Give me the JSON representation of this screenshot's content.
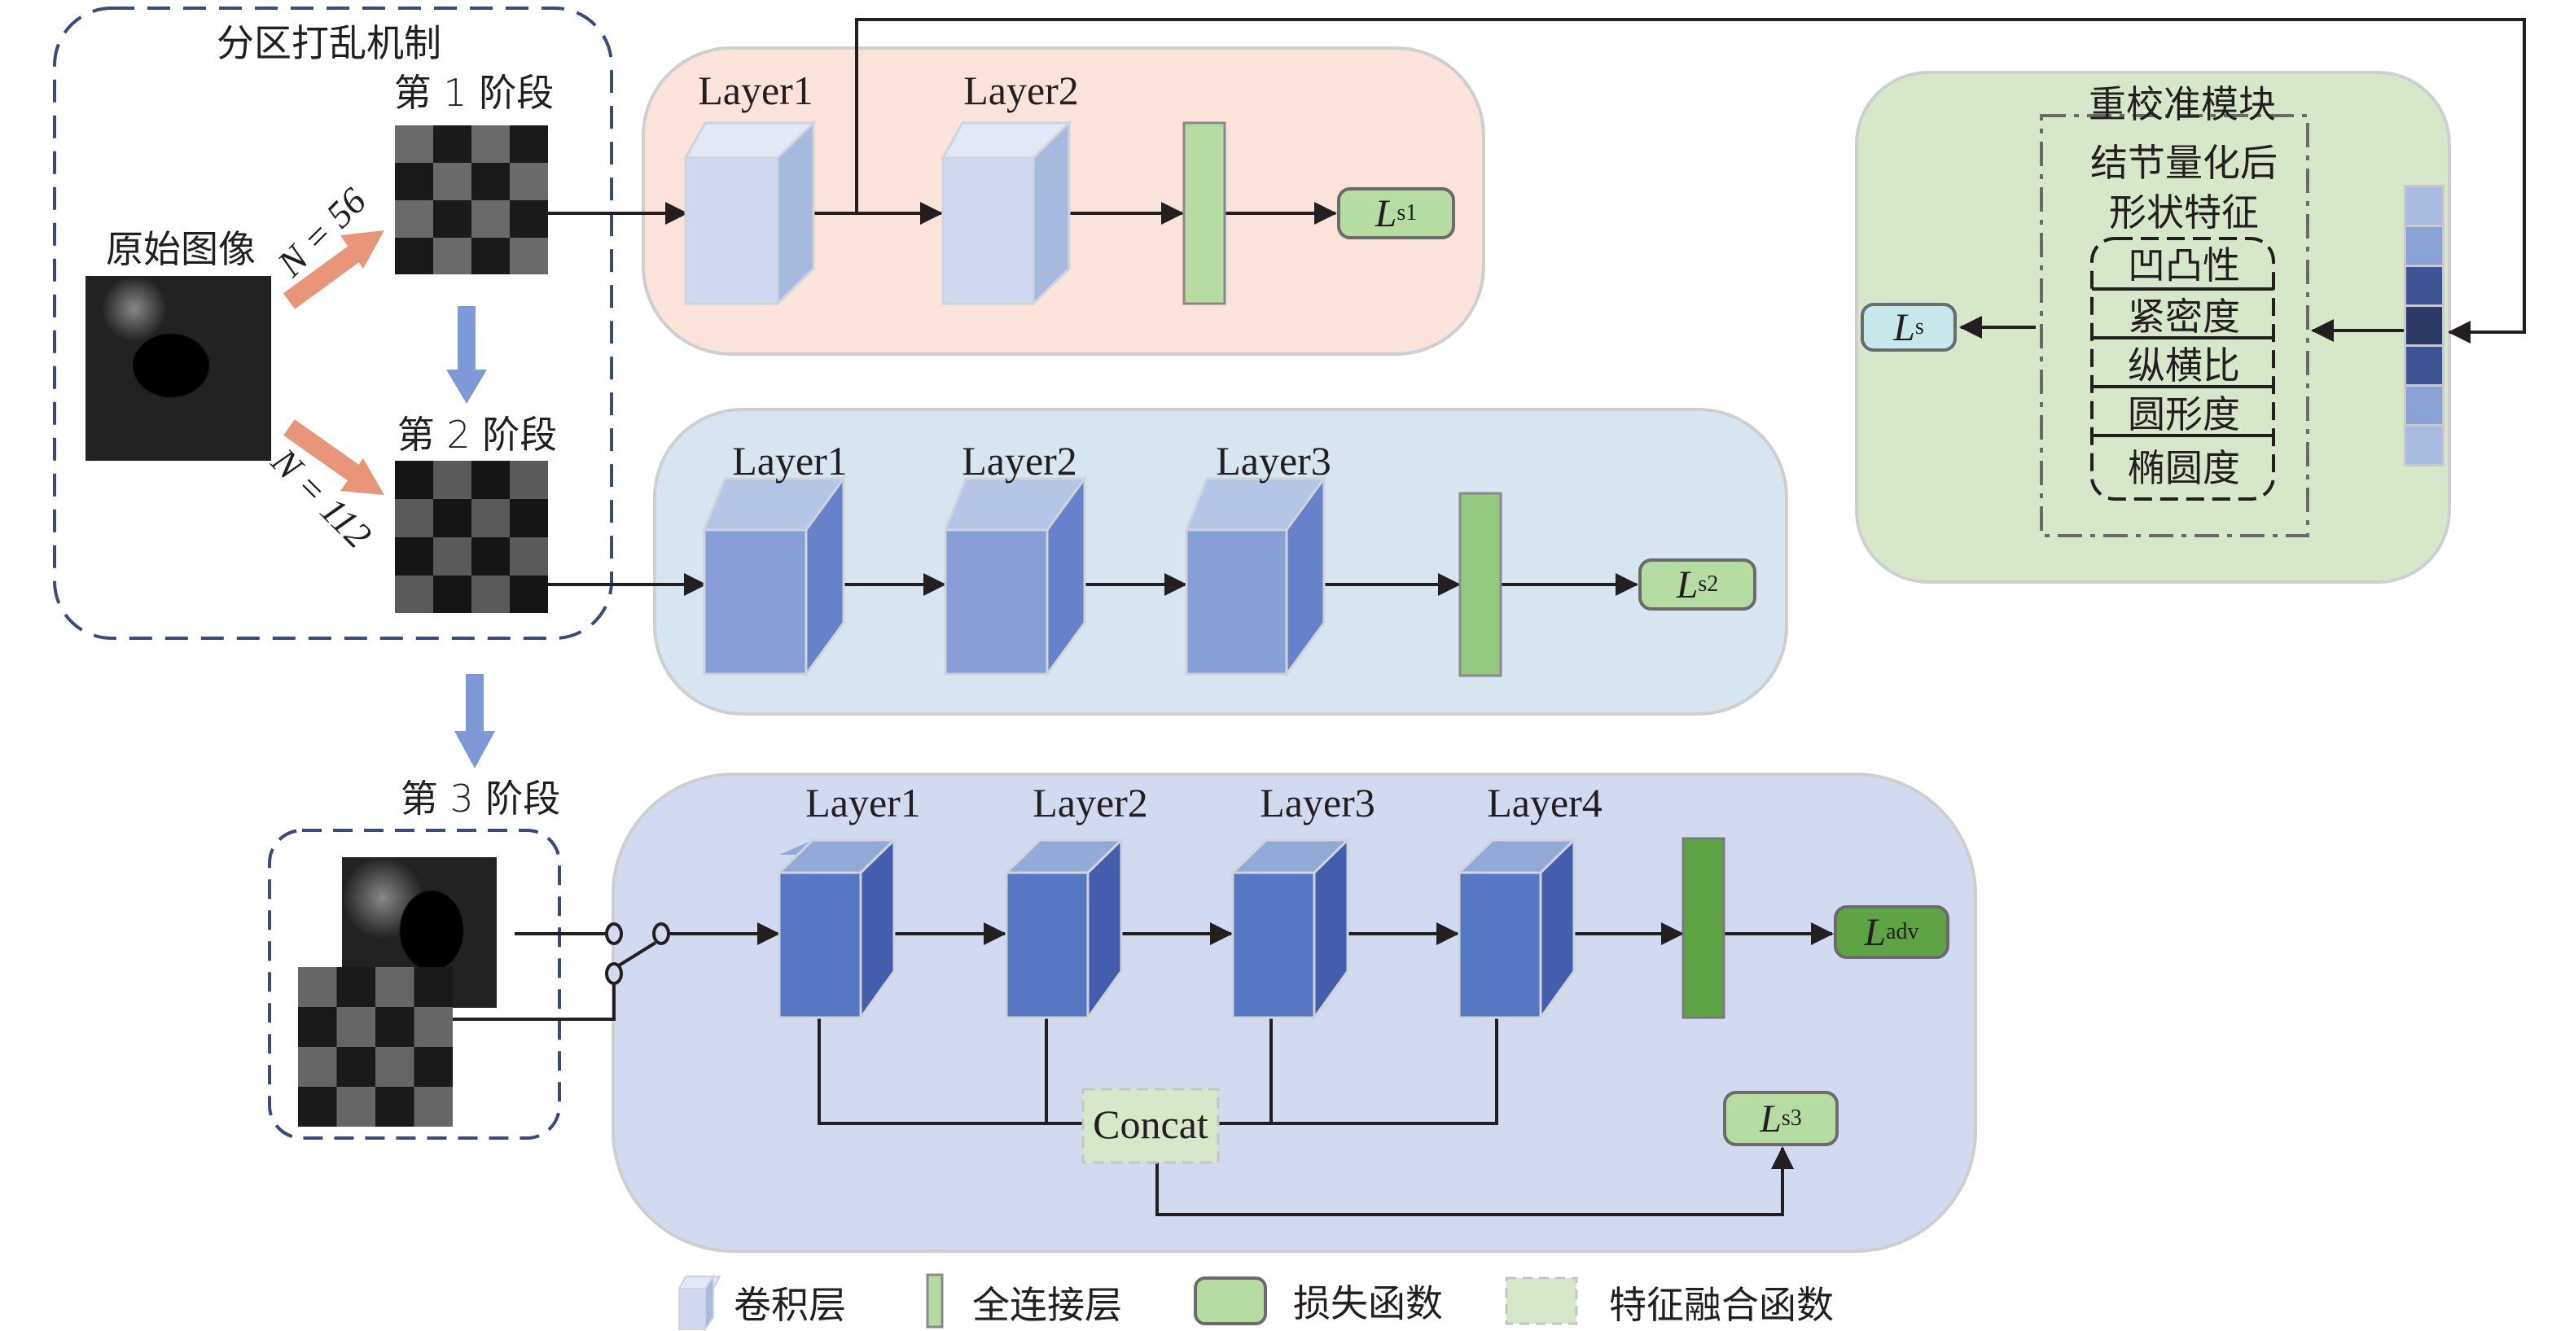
{
  "shuffle_box": {
    "title": "分区打乱机制",
    "original_label": "原始图像",
    "stage1_label": "第 1 阶段",
    "stage2_label": "第 2 阶段",
    "n1_label": "N = 56",
    "n2_label": "N = 112"
  },
  "stage3_label": "第 3 阶段",
  "branch1": {
    "layers": [
      "Layer1",
      "Layer2"
    ],
    "loss": {
      "symbol": "L",
      "sub": "s1"
    }
  },
  "branch2": {
    "layers": [
      "Layer1",
      "Layer2",
      "Layer3"
    ],
    "loss": {
      "symbol": "L",
      "sub": "s2"
    }
  },
  "branch3": {
    "layers": [
      "Layer1",
      "Layer2",
      "Layer3",
      "Layer4"
    ],
    "loss_adv": {
      "symbol": "L",
      "sub": "adv"
    },
    "loss_s3": {
      "symbol": "L",
      "sub": "s3"
    },
    "concat_label": "Concat"
  },
  "recalibration": {
    "title": "重校准模块",
    "feature_title_line1": "结节量化后",
    "feature_title_line2": "形状特征",
    "features": [
      "凹凸性",
      "紧密度",
      "纵横比",
      "圆形度",
      "椭圆度"
    ],
    "loss": {
      "symbol": "L",
      "sub": "s"
    },
    "vector_colors": [
      "#a9bbe0",
      "#8aa2d6",
      "#3f5497",
      "#2e3a66",
      "#3f5497",
      "#8aa2d6",
      "#a9bbe0"
    ]
  },
  "legend": [
    {
      "label": "卷积层"
    },
    {
      "label": "全连接层"
    },
    {
      "label": "损失函数"
    },
    {
      "label": "特征融合函数"
    }
  ],
  "colors": {
    "peach_panel": "#f9e3da",
    "blue_panel": "#d6e5ef",
    "purple_panel": "#d1daee",
    "green_panel": "#d6e8c9",
    "orange_arrow": "#e8957a",
    "blue_arrow": "#7d9ad6",
    "fc_light": "#b5dba0",
    "fc_mid": "#93c97f",
    "fc_dark": "#5ea444",
    "loss_light": "#b5dca1",
    "loss_dark": "#5fa444",
    "loss_cyan": "#c5e8ea"
  }
}
